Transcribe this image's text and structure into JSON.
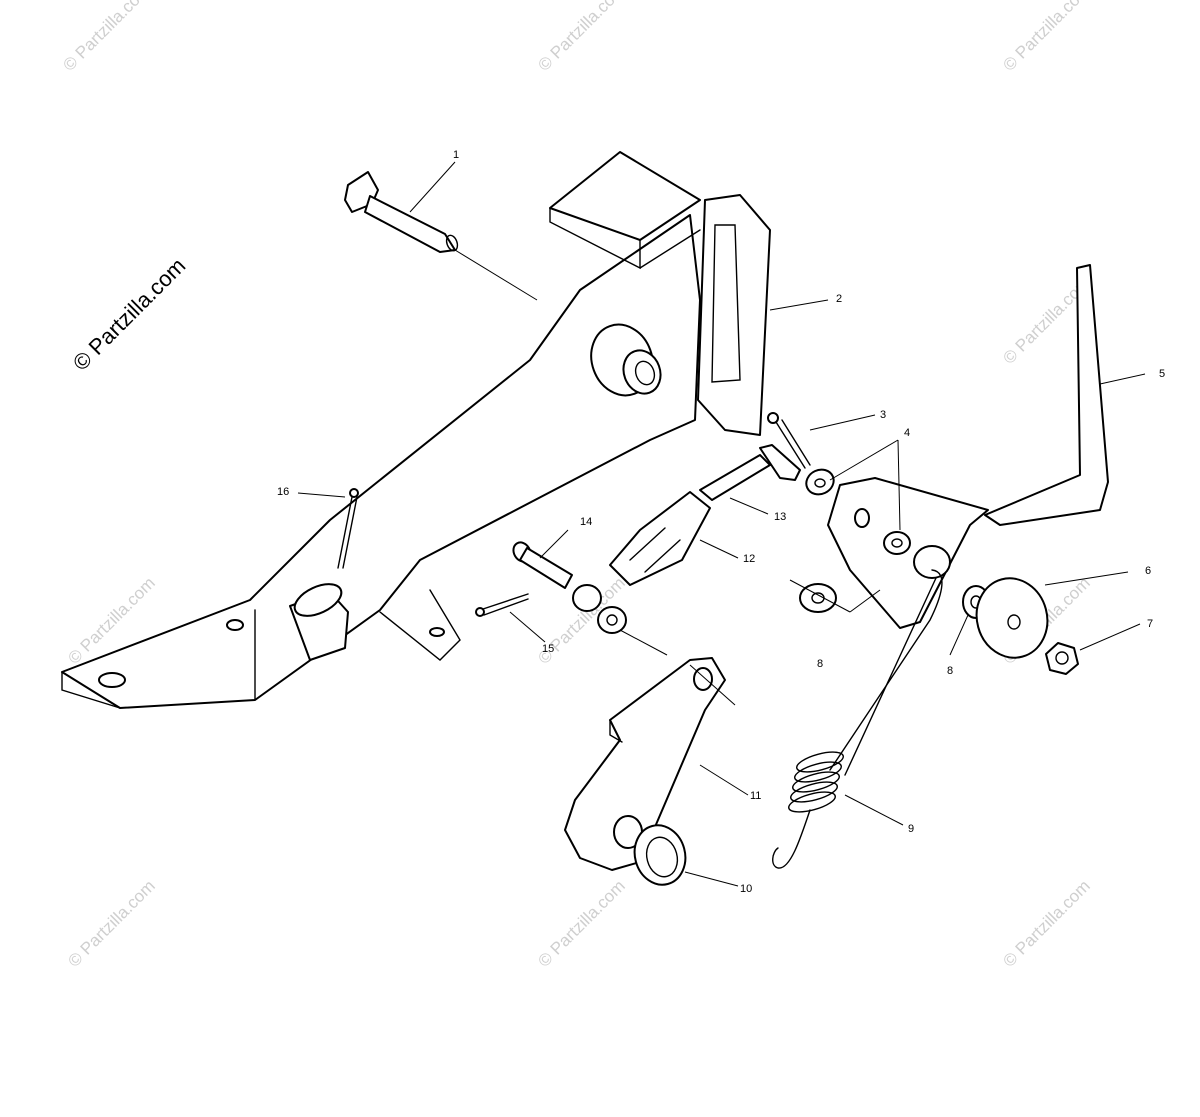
{
  "watermark": {
    "text": "© Partzilla.com",
    "prominent_text": "© Partzilla.com"
  },
  "callouts": {
    "c1": "1",
    "c2": "2",
    "c3": "3",
    "c4": "4",
    "c5": "5",
    "c6": "6",
    "c7": "7",
    "c8a": "8",
    "c8b": "8",
    "c9": "9",
    "c10": "10",
    "c11": "11",
    "c12": "12",
    "c13": "13",
    "c14": "14",
    "c15": "15",
    "c16": "16"
  }
}
